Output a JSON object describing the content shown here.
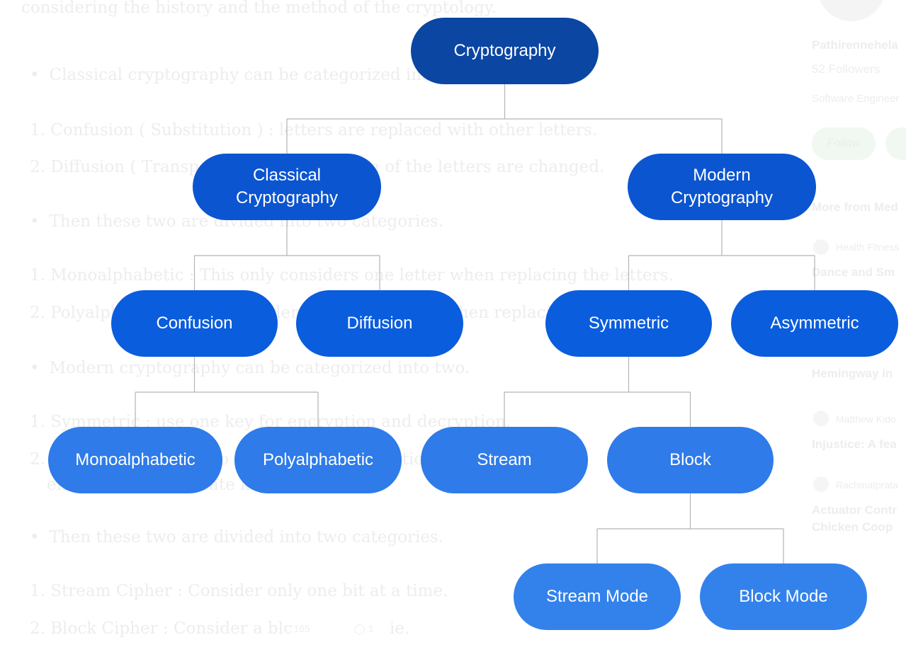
{
  "article": {
    "lines": [
      {
        "text": "considering the history and the method of the cryptology.",
        "bullet": false
      },
      {
        "text": "Classical cryptography can be categorized into two.",
        "bullet": true
      },
      {
        "text": "1. Confusion ( Substitution ) : letters are replaced with other letters.",
        "bullet": false
      },
      {
        "text": "2. Diffusion ( Transposition ) : the position of the letters are changed.",
        "bullet": false
      },
      {
        "text": "Then these two are divided into two categories.",
        "bullet": true
      },
      {
        "text": "1. Monoalphabetic : This only considers one letter when replacing the letters.",
        "bullet": false
      },
      {
        "text": "2. Polyalphabetic : This considers multiple letters when replacing",
        "bullet": false
      },
      {
        "text": "Modern cryptography can be categorized into two.",
        "bullet": true
      },
      {
        "text": "1. Symmetric : use one key for encryption and decryption.",
        "bullet": false
      },
      {
        "text": "2. Asymmetric : use two keys, one for encryption and",
        "bullet": false
      },
      {
        "text": "encryption and private key",
        "bullet": false
      },
      {
        "text": "Then these two are divided into two categories.",
        "bullet": true
      },
      {
        "text": "1. Stream Cipher : Consider only one bit at a time.",
        "bullet": false
      },
      {
        "text": "2. Block Cipher : Consider a blc",
        "bullet": false
      }
    ],
    "clap_count": "165",
    "comment_count": "1",
    "tail_text": "ie."
  },
  "sidebar": {
    "author_name": "Pathirennehela",
    "followers": "52 Followers",
    "bio": "Software Engineer",
    "follow_label": "Follow",
    "more_from": "More from Med",
    "items": [
      {
        "author": "Health Fitness",
        "title": "Dance and Sm"
      },
      {
        "author": "",
        "title": "Hemingway in"
      },
      {
        "author": "Matthew Kido",
        "title": "Injustice: A fea"
      },
      {
        "author": "Rachmatprata",
        "title": "Actuator Contr"
      },
      {
        "author": "",
        "title": "Chicken Coop"
      }
    ]
  },
  "diagram": {
    "nodes": [
      {
        "id": "crypto",
        "label": "Cryptography",
        "level": 0
      },
      {
        "id": "classical",
        "label": "Classical\nCryptography",
        "level": 1
      },
      {
        "id": "modern",
        "label": "Modern\nCryptography",
        "level": 1
      },
      {
        "id": "confusion",
        "label": "Confusion",
        "level": 2
      },
      {
        "id": "diffusion",
        "label": "Diffusion",
        "level": 2
      },
      {
        "id": "symmetric",
        "label": "Symmetric",
        "level": 2
      },
      {
        "id": "asymmetric",
        "label": "Asymmetric",
        "level": 2
      },
      {
        "id": "mono",
        "label": "Monoalphabetic",
        "level": 3
      },
      {
        "id": "poly",
        "label": "Polyalphabetic",
        "level": 3
      },
      {
        "id": "stream",
        "label": "Stream",
        "level": 3
      },
      {
        "id": "block",
        "label": "Block",
        "level": 3
      },
      {
        "id": "streammode",
        "label": "Stream Mode",
        "level": 4
      },
      {
        "id": "blockmode",
        "label": "Block Mode",
        "level": 4
      }
    ],
    "edges": [
      [
        "crypto",
        "classical"
      ],
      [
        "crypto",
        "modern"
      ],
      [
        "classical",
        "confusion"
      ],
      [
        "classical",
        "diffusion"
      ],
      [
        "modern",
        "symmetric"
      ],
      [
        "modern",
        "asymmetric"
      ],
      [
        "confusion",
        "mono"
      ],
      [
        "confusion",
        "poly"
      ],
      [
        "symmetric",
        "stream"
      ],
      [
        "symmetric",
        "block"
      ],
      [
        "block",
        "streammode"
      ],
      [
        "block",
        "blockmode"
      ]
    ],
    "colors": {
      "level0": "#0b46a2",
      "level1": "#0b55d0",
      "level2": "#0a5ddd",
      "level3": "#2e7be9",
      "level4": "#3382ec",
      "connector": "#b4b4b4"
    }
  }
}
